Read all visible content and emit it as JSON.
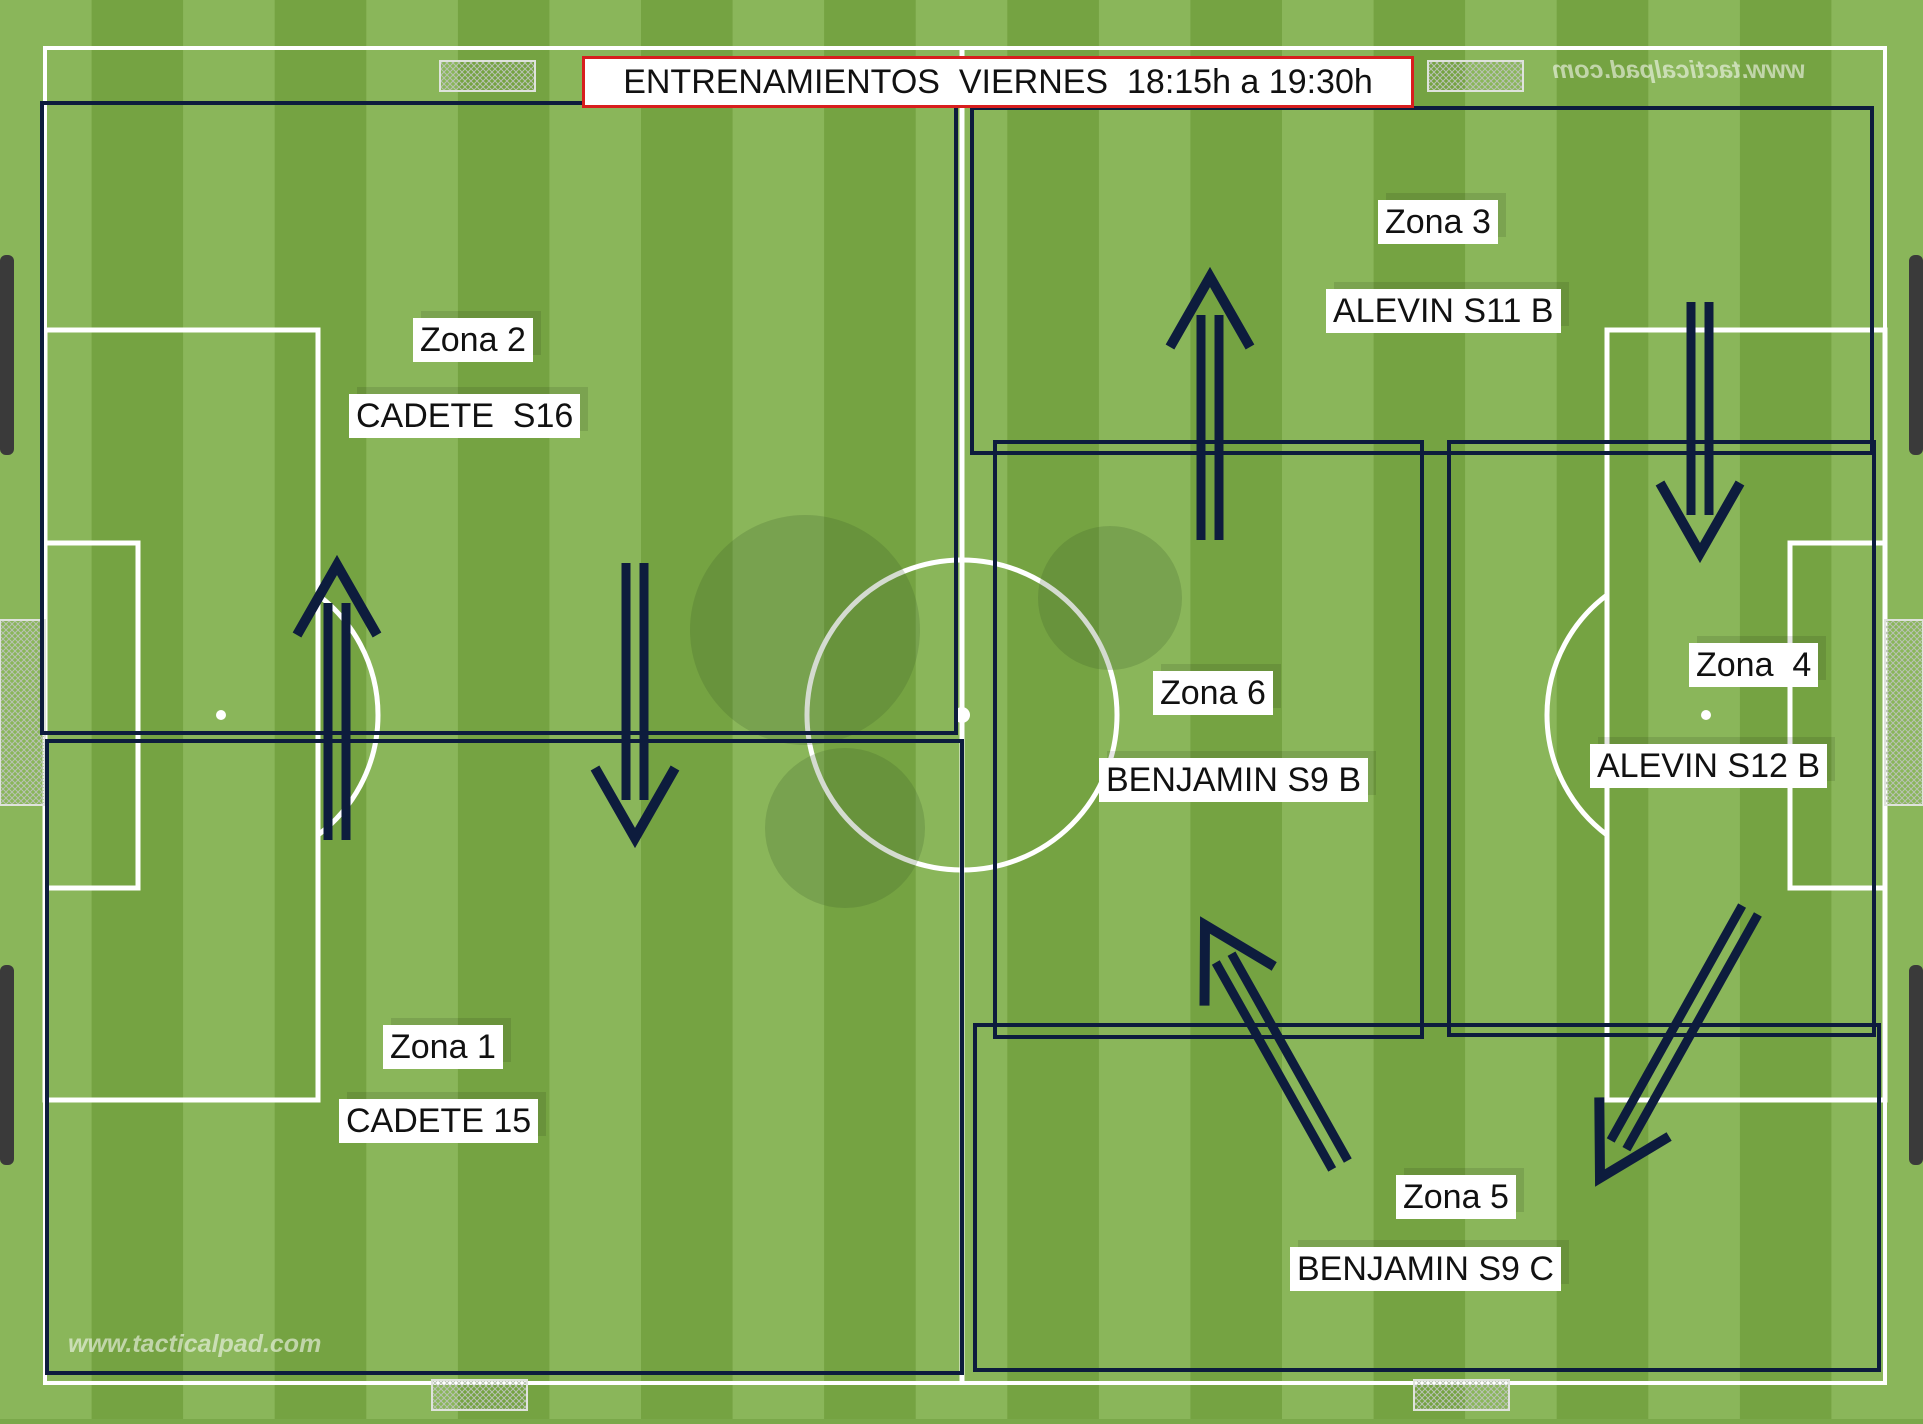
{
  "title": "ENTRENAMIENTOS  VIERNES  18:15h a 19:30h",
  "watermarks": [
    "www.tacticalpad.com",
    "www.tacticalpad.com"
  ],
  "zones": [
    {
      "zone": "Zona 2",
      "team": "CADETE  S16"
    },
    {
      "zone": "Zona 1",
      "team": "CADETE 15"
    },
    {
      "zone": "Zona 3",
      "team": "ALEVIN S11 B"
    },
    {
      "zone": "Zona 6",
      "team": "BENJAMIN S9 B"
    },
    {
      "zone": "Zona  4",
      "team": "ALEVIN S12 B"
    },
    {
      "zone": "Zona 5",
      "team": "BENJAMIN S9 C"
    }
  ],
  "arrows": [
    {
      "from": "Zona 1",
      "to": "Zona 2"
    },
    {
      "from": "Zona 2",
      "to": "Zona 1"
    },
    {
      "from": "Zona 6",
      "to": "Zona 3"
    },
    {
      "from": "Zona 3",
      "to": "Zona  4"
    },
    {
      "from": "Zona  4",
      "to": "Zona 5"
    },
    {
      "from": "Zona 5",
      "to": "Zona 6"
    }
  ],
  "colors": {
    "grass_light": "#8ab65a",
    "grass_dark": "#75a342",
    "pitch_lines": "#ffffff",
    "zone_outline": "#0d1c3d",
    "arrow": "#0d1c3d",
    "title_border": "#d81e1e"
  },
  "icons": [
    "goal-net-icon",
    "tacticalpad-ball-logo"
  ]
}
